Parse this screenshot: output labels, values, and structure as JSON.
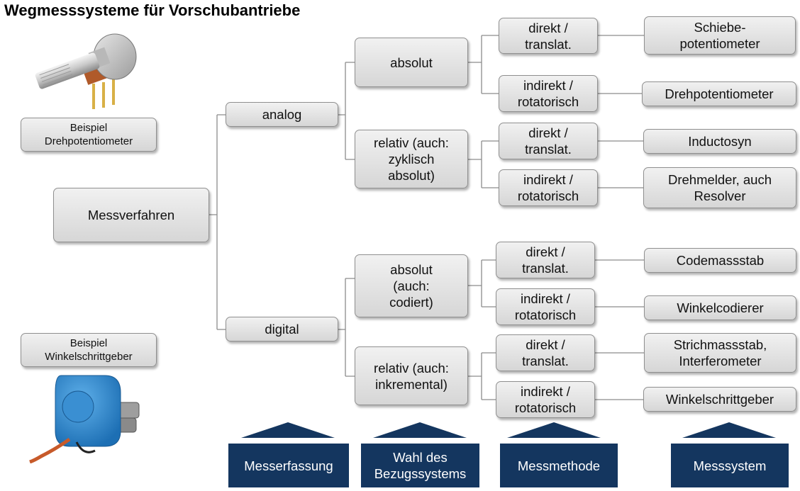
{
  "title": "Wegmesssysteme für Vorschubantriebe",
  "examples": {
    "pot_label": "Beispiel\nDrehpotentiometer",
    "enc_label": "Beispiel\nWinkelschrittgeber"
  },
  "tree": {
    "root": "Messverfahren",
    "analog": "analog",
    "digital": "digital",
    "analog_absolut": "absolut",
    "analog_relativ": "relativ (auch:\nzyklisch\nabsolut)",
    "digital_absolut": "absolut\n(auch:\ncodiert)",
    "digital_relativ": "relativ (auch:\ninkremental)",
    "direkt": "direkt /\ntranslat.",
    "indirekt": "indirekt /\nrotatorisch",
    "systems": [
      "Schiebe-\npotentiometer",
      "Drehpotentiometer",
      "Inductosyn",
      "Drehmelder, auch\nResolver",
      "Codemassstab",
      "Winkelcodierer",
      "Strichmassstab,\nInterferometer",
      "Winkelschrittgeber"
    ]
  },
  "headers": [
    "Messerfassung",
    "Wahl des\nBezugssystems",
    "Messmethode",
    "Messsystem"
  ],
  "colors": {
    "header": "#14365f",
    "line": "#8c8c8c",
    "box_top": "#f1f1f1",
    "box_bottom": "#d6d6d6"
  },
  "icons": {
    "potentiometer": "potentiometer-photo",
    "encoder": "rotary-encoder-photo"
  }
}
